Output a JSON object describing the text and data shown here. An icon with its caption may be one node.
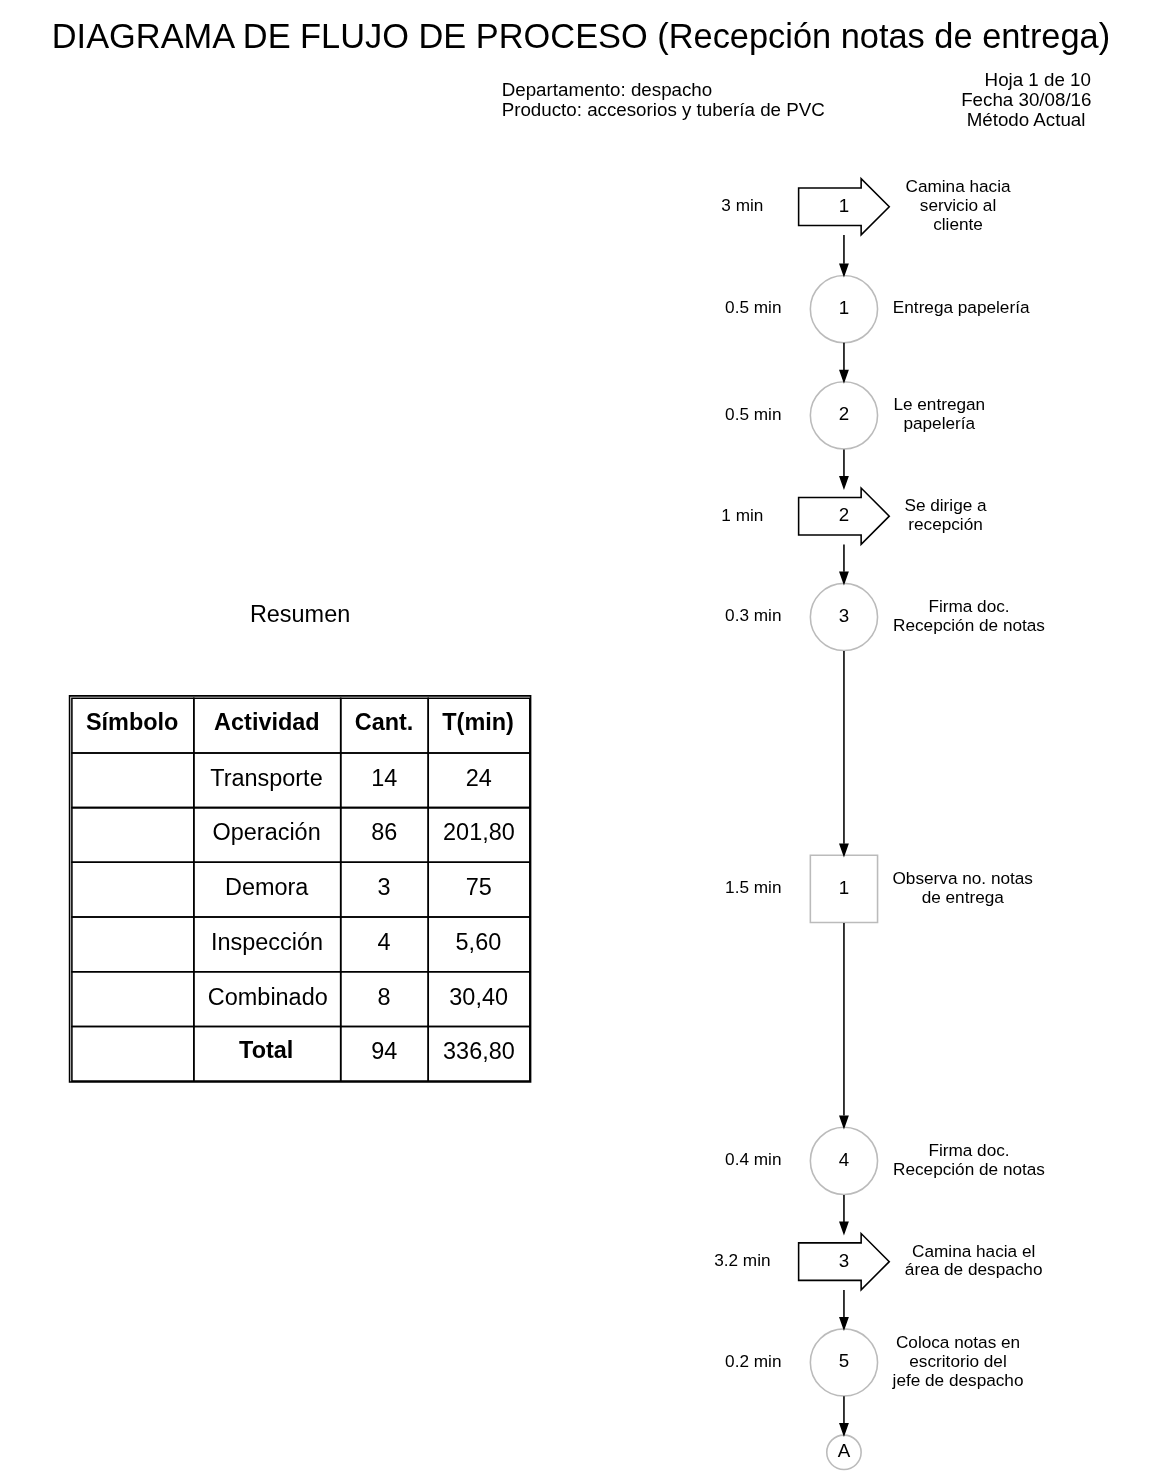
{
  "diagram": {
    "title": "DIAGRAMA DE FLUJO DE PROCESO (Recepción notas de entrega)",
    "nodes": [
      {
        "text": [
          "1"
        ],
        "beside": [
          "3 min",
          "Camina hacia servicio al cliente"
        ]
      },
      {
        "text": [
          "1"
        ],
        "beside": [
          "0.5 min",
          "Entrega papelería"
        ]
      },
      {
        "text": [
          "2"
        ],
        "beside": [
          "0.5 min",
          "Le entregan papelería"
        ]
      },
      {
        "text": [
          "2"
        ],
        "beside": [
          "1 min",
          "Se dirige a recepción"
        ]
      },
      {
        "text": [
          "3"
        ],
        "beside": [
          "0.3 min",
          "Firma doc. Recepción de notas"
        ]
      },
      {
        "text": [
          "1"
        ],
        "beside": [
          "1.5 min",
          "Observa no. notas de entrega"
        ]
      },
      {
        "text": [
          "4"
        ],
        "beside": [
          "0.4 min",
          "Firma doc. Recepción de notas"
        ]
      },
      {
        "text": [
          "3"
        ],
        "beside": [
          "3.2 min",
          "Camina hacia el área de despacho"
        ]
      },
      {
        "text": [
          "5"
        ],
        "beside": [
          "0.2 min",
          "Coloca notas en escritorio del jefe de despacho"
        ]
      },
      {
        "text": [
          "A"
        ]
      }
    ],
    "edges": [
      {
        "from": 0,
        "to": 1,
        "arrow": "to"
      },
      {
        "from": 1,
        "to": 2,
        "arrow": "to"
      },
      {
        "from": 2,
        "to": 3,
        "arrow": "to"
      },
      {
        "from": 3,
        "to": 4,
        "arrow": "to"
      },
      {
        "from": 4,
        "to": 5,
        "arrow": "to"
      },
      {
        "from": 5,
        "to": 6,
        "arrow": "to"
      },
      {
        "from": 6,
        "to": 7,
        "arrow": "to"
      },
      {
        "from": 7,
        "to": 8,
        "arrow": "to"
      },
      {
        "from": 8,
        "to": 9,
        "arrow": "to"
      }
    ],
    "labels": [
      "Departamento: despacho",
      "Producto: accesorios y tubería de PVC",
      "Hoja 1 de 10",
      "Fecha 30/08/16",
      "Método Actual",
      "Resumen",
      "Símbolo",
      "Actividad",
      "Cant.",
      "T(min)",
      "Transporte",
      "14",
      "24",
      "Operación",
      "86",
      "201,80",
      "Demora",
      "3",
      "75",
      "Inspección",
      "4",
      "5,60",
      "Combinado",
      "8",
      "30,40",
      "Total",
      "94",
      "336,80"
    ]
  }
}
